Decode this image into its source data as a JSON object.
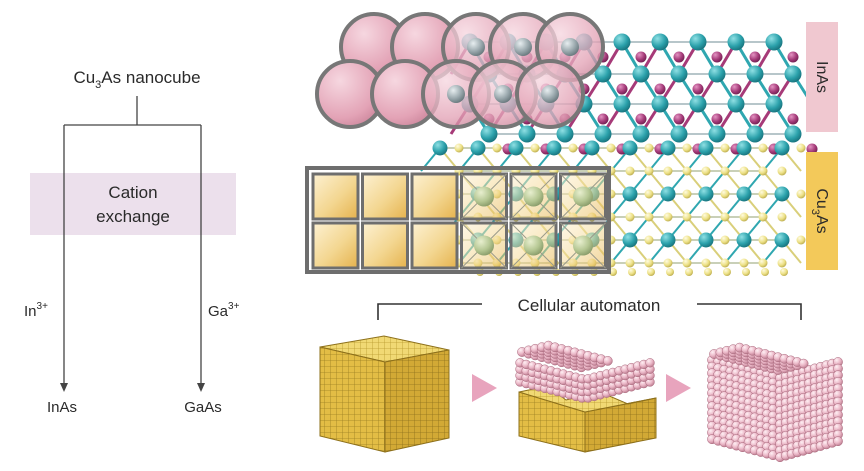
{
  "flowchart": {
    "root": {
      "main": "Cu",
      "sub": "3",
      "rest": "As nanocube"
    },
    "process_label_line1": "Cation",
    "process_label_line2": "exchange",
    "left_reagent": {
      "main": "In",
      "sup": "3+"
    },
    "right_reagent": {
      "main": "Ga",
      "sup": "3+"
    },
    "left_product": "InAs",
    "right_product": "GaAs"
  },
  "lattice": {
    "top_phase_label": "InAs",
    "bottom_phase_label": {
      "main": "Cu",
      "sub": "3",
      "rest": "As"
    }
  },
  "automaton": {
    "title": "Cellular automaton",
    "stages": [
      "cu3as-cube",
      "partially-exchanged-cube",
      "inas-cube"
    ]
  },
  "colors": {
    "text": "#2a2a2a",
    "exchange_band": "#ece0ec",
    "inas_label_bg": "#f0c8d0",
    "cu3as_label_bg": "#f3c95a",
    "pink_atom": "#e8a7b9",
    "magenta_atom": "#a63a78",
    "teal_atom": "#2fa7b0",
    "yellow_atom": "#efe08a",
    "cube_yellow": "#ecca55",
    "arrow_pink": "#e8a4bd",
    "frame_gray": "#6e6e6e"
  }
}
